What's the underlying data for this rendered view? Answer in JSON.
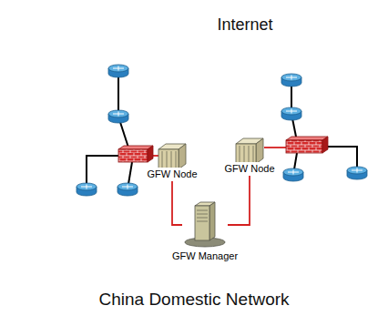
{
  "diagram": {
    "nodes": [
      {
        "text": [
          "Internet"
        ]
      },
      {
        "text": [
          "China Domestic Network"
        ]
      },
      {
        "text": [
          "GFW Node"
        ],
        "in": 1
      },
      {
        "text": [
          "GFW Node"
        ],
        "in": 1
      },
      {
        "text": [
          "GFW Manager"
        ],
        "in": 1
      }
    ],
    "edges": [
      {
        "from": 2,
        "to": 4,
        "arrow": "none"
      },
      {
        "from": 3,
        "to": 4,
        "arrow": "none"
      }
    ]
  }
}
